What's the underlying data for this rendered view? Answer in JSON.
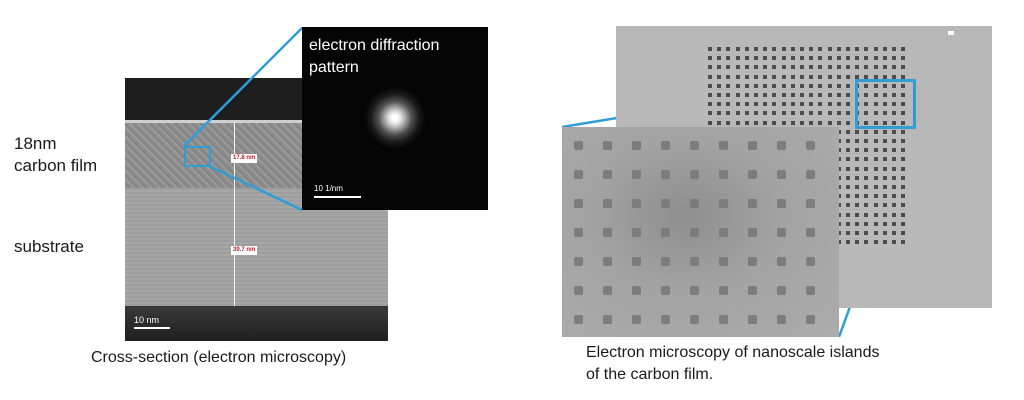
{
  "labels": {
    "film_line1": "18nm",
    "film_line2": "carbon film",
    "substrate": "substrate"
  },
  "tem": {
    "measure_film": "17.8 nm",
    "measure_substrate": "39.7 nm",
    "scale_bar": "10 nm",
    "caption": "Cross-section (electron microscopy)"
  },
  "diffraction": {
    "title_line1": "electron diffraction",
    "title_line2": "pattern",
    "scale_bar": "10 1/nm"
  },
  "sem": {
    "caption_line1": "Electron microscopy of nanoscale islands",
    "caption_line2": "of the carbon film.",
    "grid_rows": 22,
    "grid_cols": 22
  },
  "colors": {
    "highlight": "#2f9ed6",
    "measurement_text": "#c0202a"
  }
}
